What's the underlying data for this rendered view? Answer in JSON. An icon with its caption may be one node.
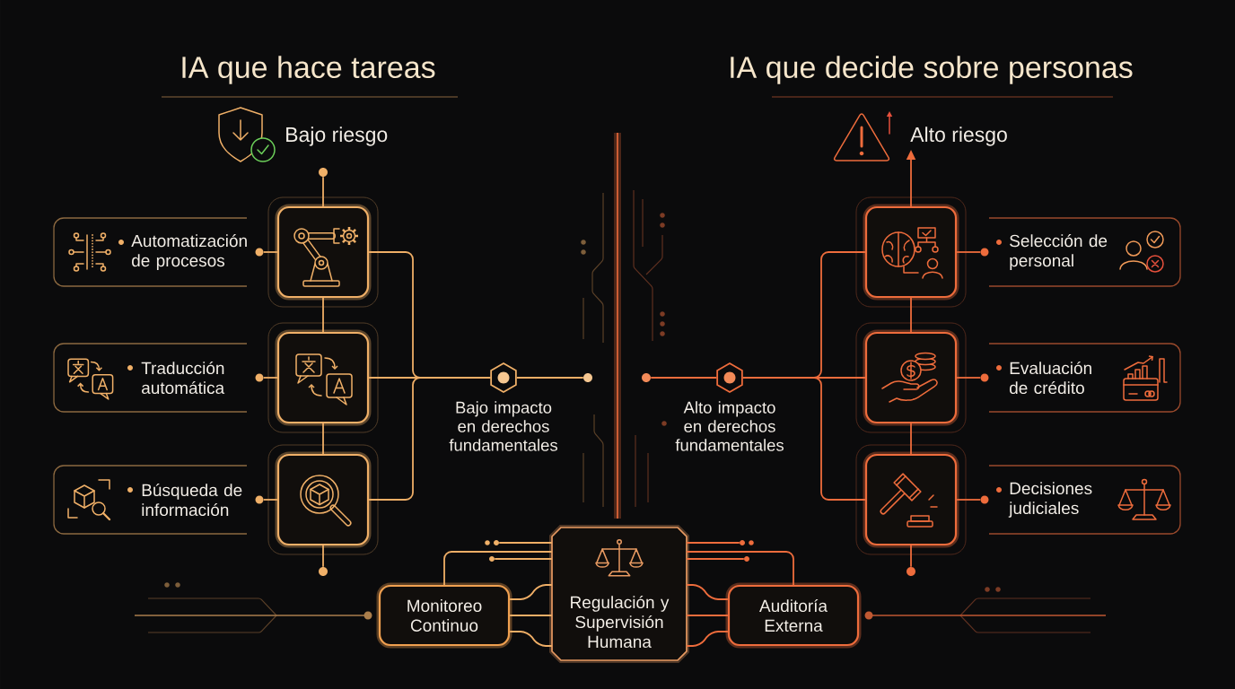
{
  "diagram": {
    "nodes": [
      {
        "text": [],
        "shape": "box"
      },
      {
        "text": [
          "Automatización de procesos"
        ]
      },
      {
        "text": [],
        "shape": "box"
      },
      {
        "text": [
          "Traducción automática"
        ]
      },
      {
        "text": [],
        "shape": "box"
      },
      {
        "text": [
          "Búsqueda de información"
        ]
      },
      {
        "text": [],
        "shape": "hexagon",
        "beside": [
          "Bajo impacto en derechos fundamentales"
        ]
      },
      {
        "text": [],
        "shape": "hexagon",
        "beside": [
          "Alto impacto en derechos fundamentales"
        ]
      },
      {
        "text": [
          "Alto riesgo"
        ]
      },
      {
        "text": [],
        "shape": "box"
      },
      {
        "text": [
          "Selección de personal"
        ]
      },
      {
        "text": [],
        "shape": "box"
      },
      {
        "text": [
          "Evaluación de crédito"
        ]
      },
      {
        "text": [],
        "shape": "box"
      },
      {
        "text": [
          "Decisiones judiciales"
        ]
      },
      {
        "text": [
          "Monitoreo Continuo"
        ]
      },
      {
        "text": [
          "Regulación y Supervisión Humana"
        ]
      },
      {
        "text": [
          "Auditoría Externa"
        ]
      },
      {
        "text": [],
        "shape": "dot"
      },
      {
        "text": [],
        "shape": "dot"
      },
      {
        "text": [],
        "shape": "dot"
      },
      {
        "text": [],
        "shape": "dot"
      },
      {
        "text": [],
        "shape": "dot"
      },
      {
        "text": [],
        "shape": "dot"
      },
      {
        "text": [],
        "shape": "dot"
      },
      {
        "text": [],
        "shape": "dot"
      },
      {
        "text": [],
        "shape": "dot"
      }
    ],
    "edges": [
      {
        "from": 0,
        "to": 18,
        "arrow": "none"
      },
      {
        "from": 0,
        "to": 1,
        "arrow": "none"
      },
      {
        "from": 0,
        "to": 2,
        "arrow": "none"
      },
      {
        "from": 2,
        "to": 3,
        "arrow": "none"
      },
      {
        "from": 2,
        "to": 4,
        "arrow": "none"
      },
      {
        "from": 4,
        "to": 5,
        "arrow": "none"
      },
      {
        "from": 4,
        "to": 19,
        "arrow": "none"
      },
      {
        "from": 0,
        "to": 6,
        "arrow": "none"
      },
      {
        "from": 2,
        "to": 6,
        "arrow": "none"
      },
      {
        "from": 4,
        "to": 6,
        "arrow": "none"
      },
      {
        "from": 6,
        "to": 20,
        "arrow": "none"
      },
      {
        "from": 9,
        "to": 8,
        "arrow": "to",
        "color": "#ee6c3c"
      },
      {
        "from": 9,
        "to": 10,
        "arrow": "none",
        "color": "#ee6c3c"
      },
      {
        "from": 9,
        "to": 11,
        "arrow": "none",
        "color": "#ee6c3c"
      },
      {
        "from": 11,
        "to": 12,
        "arrow": "none",
        "color": "#ee6c3c"
      },
      {
        "from": 11,
        "to": 13,
        "arrow": "none",
        "color": "#ee6c3c"
      },
      {
        "from": 13,
        "to": 14,
        "arrow": "none",
        "color": "#ee6c3c"
      },
      {
        "from": 13,
        "to": 22,
        "arrow": "none",
        "color": "#ee6c3c"
      },
      {
        "from": 9,
        "to": 7,
        "arrow": "none",
        "color": "#ee6c3c"
      },
      {
        "from": 11,
        "to": 7,
        "arrow": "none",
        "color": "#ee6c3c"
      },
      {
        "from": 13,
        "to": 7,
        "arrow": "none",
        "color": "#ee6c3c"
      },
      {
        "from": 7,
        "to": 21,
        "arrow": "none",
        "color": "#ee6c3c"
      },
      {
        "from": 15,
        "to": 16,
        "arrow": "none"
      },
      {
        "from": 15,
        "to": 16,
        "arrow": "none"
      },
      {
        "from": 15,
        "to": 16,
        "arrow": "none"
      },
      {
        "from": 15,
        "to": 16,
        "arrow": "none"
      },
      {
        "from": 16,
        "to": 23,
        "arrow": "none"
      },
      {
        "from": 16,
        "to": 24,
        "arrow": "none"
      },
      {
        "from": 17,
        "to": 16,
        "arrow": "none",
        "color": "#ee6c3c"
      },
      {
        "from": 17,
        "to": 16,
        "arrow": "none",
        "color": "#ee6c3c"
      },
      {
        "from": 17,
        "to": 16,
        "arrow": "none",
        "color": "#ee6c3c"
      },
      {
        "from": 17,
        "to": 16,
        "arrow": "none",
        "color": "#ee6c3c"
      },
      {
        "from": 16,
        "to": 25,
        "arrow": "none",
        "color": "#ee6c3c"
      },
      {
        "from": 16,
        "to": 26,
        "arrow": "none",
        "color": "#ee6c3c"
      }
    ],
    "labels": [
      "IA que hace tareas",
      "IA que decide sobre personas",
      "Bajo riesgo"
    ]
  }
}
